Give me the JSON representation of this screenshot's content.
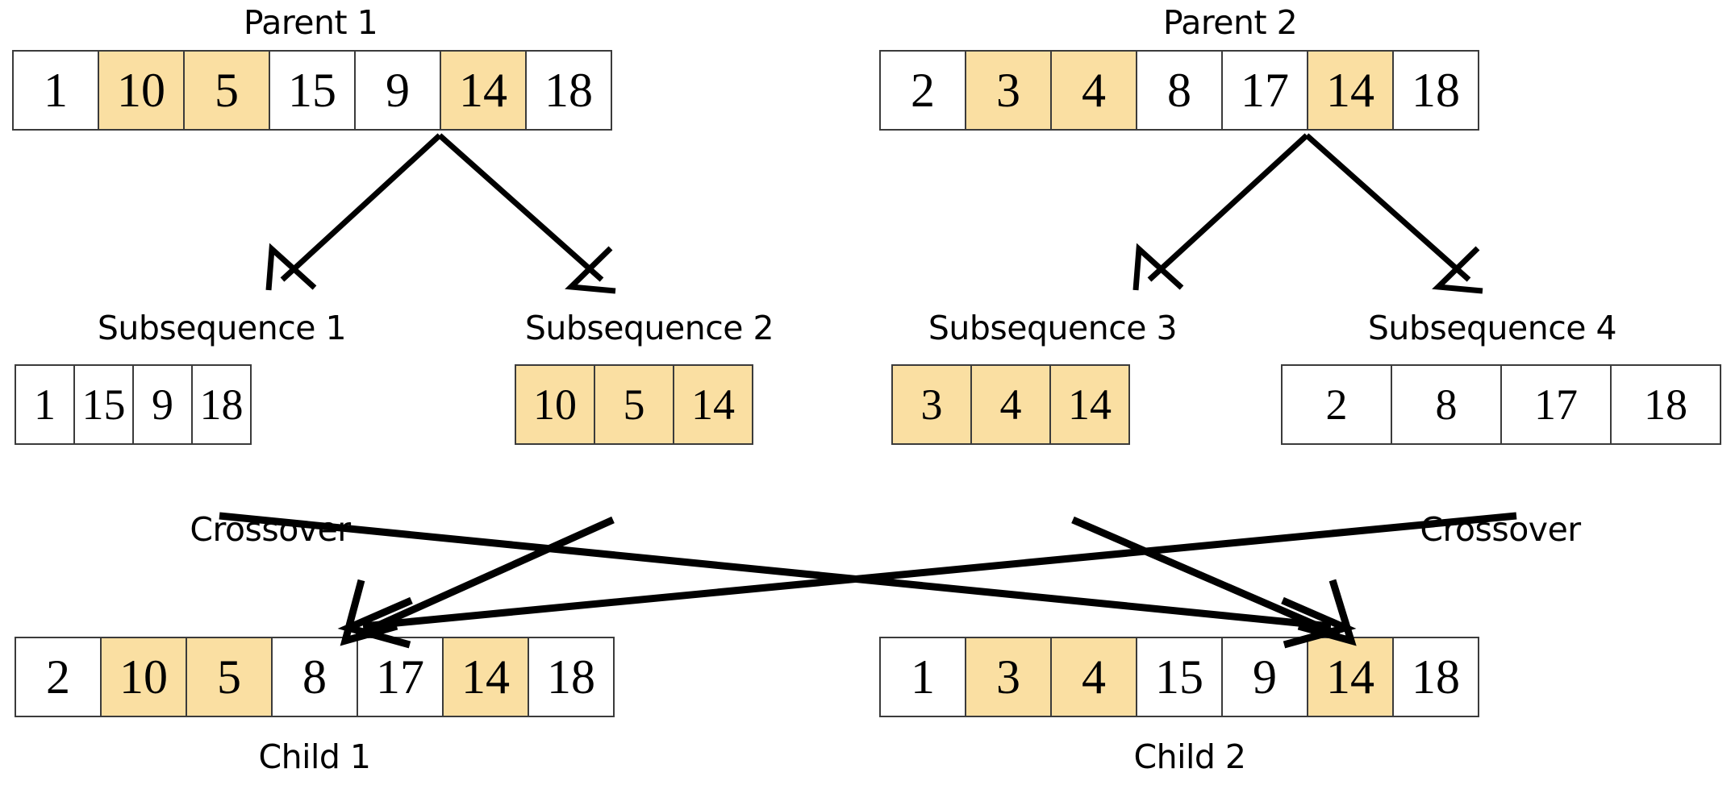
{
  "diagram": {
    "title": "Order crossover of two parent chromosomes",
    "highlight_color": "#fadfa2",
    "cell_border_color": "#3b3b3b",
    "rows": {
      "parent1": {
        "label": "Parent 1",
        "values": [
          "1",
          "10",
          "5",
          "15",
          "9",
          "14",
          "18"
        ],
        "highlighted": [
          false,
          true,
          true,
          false,
          false,
          true,
          false
        ]
      },
      "parent2": {
        "label": "Parent 2",
        "values": [
          "2",
          "3",
          "4",
          "8",
          "17",
          "14",
          "18"
        ],
        "highlighted": [
          false,
          true,
          true,
          false,
          false,
          true,
          false
        ]
      },
      "sub1": {
        "label": "Subsequence 1",
        "values": [
          "1",
          "15",
          "9",
          "18"
        ],
        "highlighted": [
          false,
          false,
          false,
          false
        ]
      },
      "sub2": {
        "label": "Subsequence 2",
        "values": [
          "10",
          "5",
          "14"
        ],
        "highlighted": [
          true,
          true,
          true
        ]
      },
      "sub3": {
        "label": "Subsequence 3",
        "values": [
          "3",
          "4",
          "14"
        ],
        "highlighted": [
          true,
          true,
          true
        ]
      },
      "sub4": {
        "label": "Subsequence 4",
        "values": [
          "2",
          "8",
          "17",
          "18"
        ],
        "highlighted": [
          false,
          false,
          false,
          false
        ]
      },
      "child1": {
        "label": "Child 1",
        "values": [
          "2",
          "10",
          "5",
          "8",
          "17",
          "14",
          "18"
        ],
        "highlighted": [
          false,
          true,
          true,
          false,
          false,
          true,
          false
        ]
      },
      "child2": {
        "label": "Child 2",
        "values": [
          "1",
          "3",
          "4",
          "15",
          "9",
          "14",
          "18"
        ],
        "highlighted": [
          false,
          true,
          true,
          false,
          false,
          true,
          false
        ]
      }
    },
    "operations": {
      "crossover_left": "Crossover",
      "crossover_right": "Crossover"
    }
  }
}
